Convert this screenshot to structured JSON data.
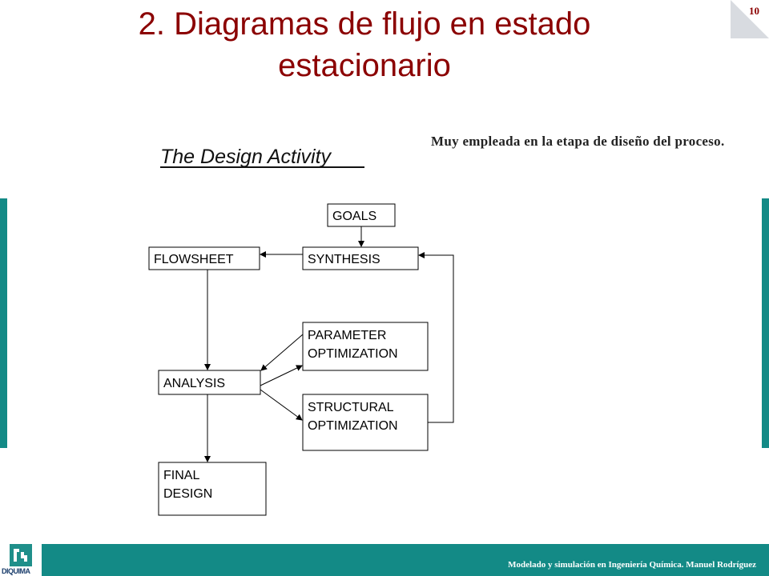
{
  "slide": {
    "title": "2. Diagramas de flujo en estado estacionario",
    "page_number": "10",
    "note": "Muy empleada en la etapa de diseño del proceso.",
    "footer": "Modelado y simulación en Ingeniería Química.  Manuel Rodríguez",
    "logo_text": "DIQUIMA"
  },
  "diagram": {
    "heading": "The Design Activity",
    "nodes": {
      "goals": [
        "GOALS"
      ],
      "synthesis": [
        "SYNTHESIS"
      ],
      "flowsheet": [
        "FLOWSHEET"
      ],
      "param_opt": [
        "PARAMETER",
        "OPTIMIZATION"
      ],
      "analysis": [
        "ANALYSIS"
      ],
      "struct_opt": [
        "STRUCTURAL",
        "OPTIMIZATION"
      ],
      "final": [
        "FINAL",
        "DESIGN"
      ]
    }
  },
  "colors": {
    "title": "#8b0000",
    "accent": "#138a86"
  }
}
